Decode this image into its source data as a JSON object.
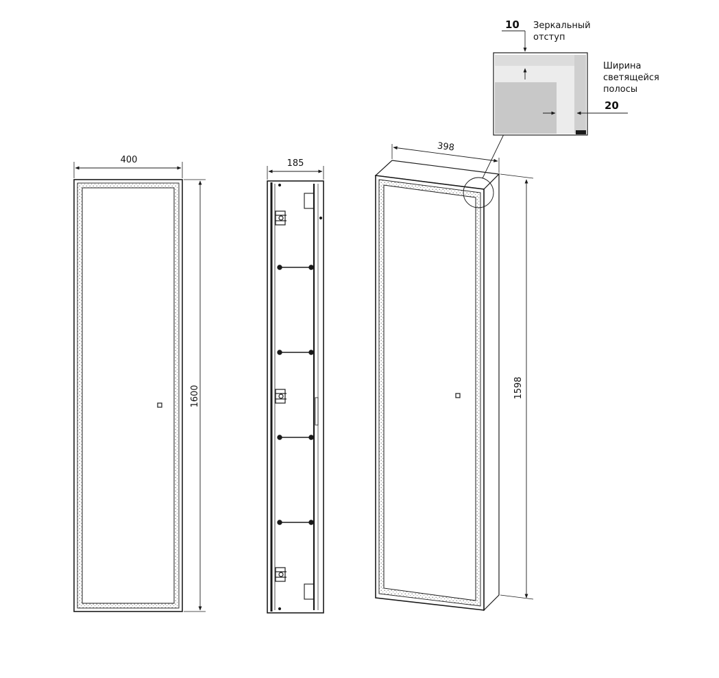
{
  "front_view": {
    "width_label": "400",
    "height_label": "1600"
  },
  "side_view": {
    "depth_label": "185"
  },
  "perspective_view": {
    "width_label": "398",
    "height_label": "1598"
  },
  "detail": {
    "offset_value": "10",
    "offset_caption_line1": "Зеркальный",
    "offset_caption_line2": "отступ",
    "strip_value": "20",
    "strip_caption_line1": "Ширина",
    "strip_caption_line2": "светящейся",
    "strip_caption_line3": "полосы"
  },
  "colors": {
    "line": "#1a1a1a",
    "detail_fill": "#c8c8c8",
    "detail_light": "#e2e2e2"
  }
}
